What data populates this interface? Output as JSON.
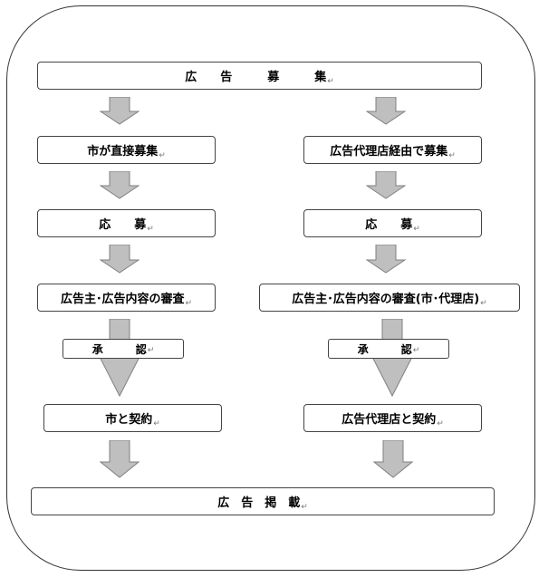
{
  "title": "広　　告　　　募　　　集",
  "return_mark": "↵",
  "left": {
    "step1": "市が直接募集",
    "step2": "応　　募",
    "step3": "広告主･広告内容の審査",
    "approval": "承　　　認",
    "step4": "市と契約"
  },
  "right": {
    "step1": "広告代理店経由で募集",
    "step2": "応　　募",
    "step3": "広告主･広告内容の審査(市･代理店)",
    "approval": "承　　　認",
    "step4": "広告代理店と契約"
  },
  "final": "広　告　掲　載",
  "colors": {
    "arrow_fill": "#bfbfbf",
    "arrow_stroke": "#7f7f7f",
    "border": "#444444"
  }
}
